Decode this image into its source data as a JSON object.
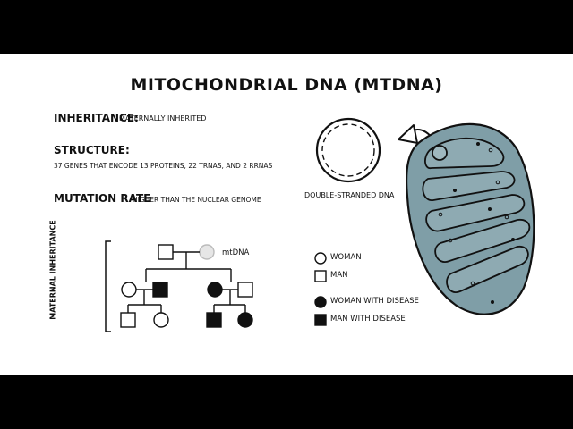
{
  "title": "MITOCHONDRIAL DNA (MTDNA)",
  "inheritance": {
    "label": "INHERITANCE:",
    "value": "MATERNALLY INHERITED"
  },
  "structure": {
    "label": "STRUCTURE:",
    "value": "37 GENES THAT ENCODE 13 PROTEINS, 22 TRNAS, AND 2 RRNAS"
  },
  "mutation_rate": {
    "label": "MUTATION RATE",
    "value": "HIGHER THAN THE NUCLEAR GENOME"
  },
  "dna_label": "DOUBLE-STRANDED DNA",
  "pedigree": {
    "side_label": "MATERNAL INHERITANCE",
    "mtdna_label": "mtDNA"
  },
  "legend": {
    "woman": "WOMAN",
    "man": "MAN",
    "woman_disease": "WOMAN WITH DISEASE",
    "man_disease": "MAN WITH DISEASE"
  },
  "colors": {
    "mitochondrion_fill": "#7f9ea7",
    "mitochondrion_inner": "#8eaab2",
    "ink": "#111111",
    "letterbox": "#000000"
  }
}
